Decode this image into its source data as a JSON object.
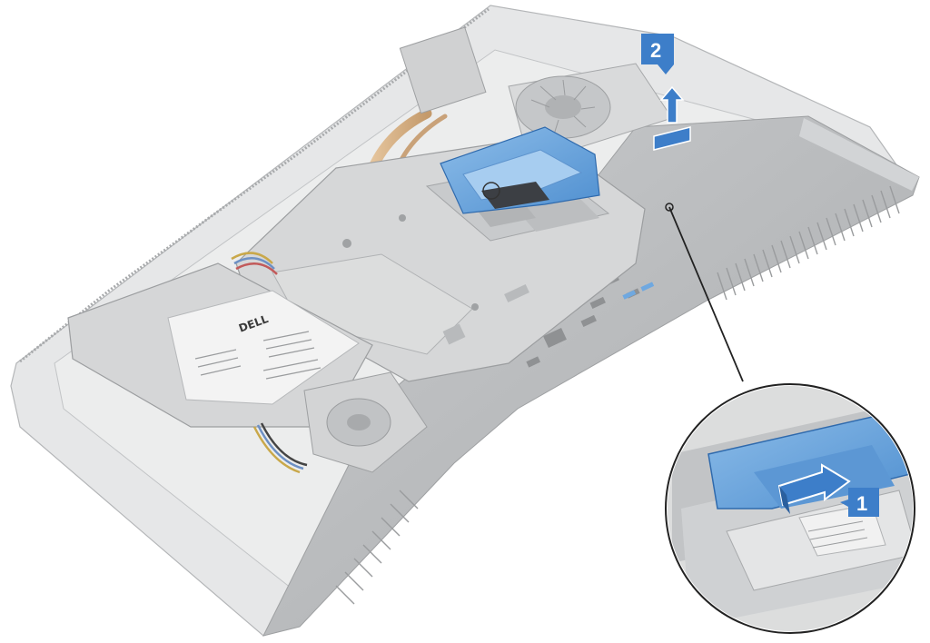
{
  "illustration": {
    "callouts": [
      {
        "label": "1",
        "action": "push-release-tab"
      },
      {
        "label": "2",
        "action": "lift-hard-drive-assembly"
      }
    ],
    "brand_marking": "DELL",
    "colors": {
      "chassis": "#e4e5e6",
      "chassis_dark": "#c8cacc",
      "stand_cover": "#b8babc",
      "drive_bracket": "#6fa8e0",
      "callout_badge": "#3d7ec9",
      "heat_pipe": "#d7b289"
    }
  }
}
